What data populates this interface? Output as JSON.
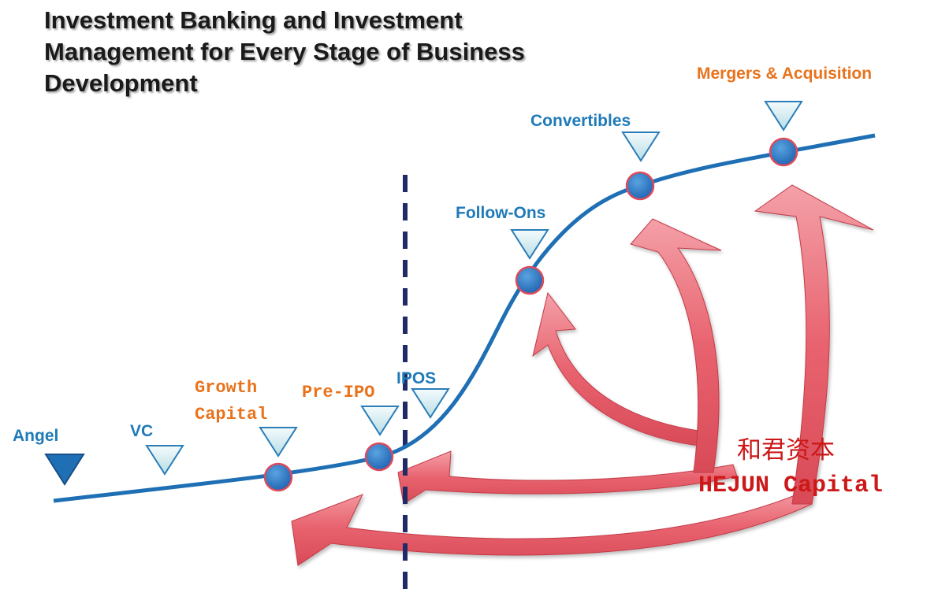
{
  "title": {
    "line1": "Investment Banking and Investment",
    "line2": "Management for Every Stage of Business",
    "line3": "Development"
  },
  "stages": {
    "angel": "Angel",
    "vc": "VC",
    "growth_line1": "Growth",
    "growth_line2": "Capital",
    "pre_ipo": "Pre-IPO",
    "ipos": "IPOS",
    "follow_ons": "Follow-Ons",
    "convertibles": "Convertibles",
    "ma": "Mergers & Acquisition"
  },
  "brand": {
    "chinese": "和君资本",
    "english": "HEJUN Capital"
  },
  "colors": {
    "curve": "#1f6fb5",
    "stage_blue": "#1f7ab8",
    "stage_orange": "#e8731c",
    "brand_red": "#cc1818",
    "arrow": "#e8636f",
    "divider": "#1f2a66"
  }
}
